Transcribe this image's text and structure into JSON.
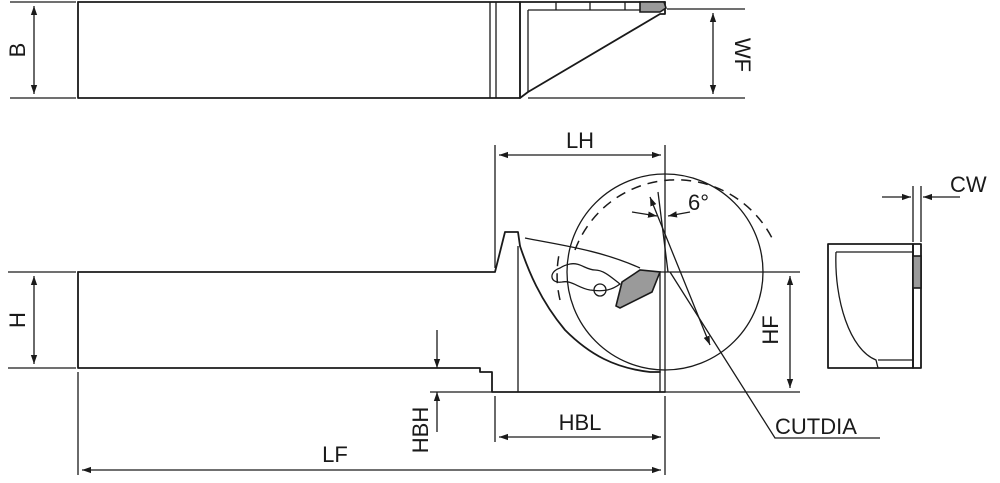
{
  "labels": {
    "b": "B",
    "wf": "WF",
    "lh": "LH",
    "angle": "6°",
    "cw": "CW",
    "h": "H",
    "hf": "HF",
    "hbh": "HBH",
    "hbl": "HBL",
    "lf": "LF",
    "cutdia": "CUTDIA"
  },
  "colors": {
    "line": "#1a1a1a",
    "insert": "#9a9a9a",
    "background": "#ffffff"
  }
}
